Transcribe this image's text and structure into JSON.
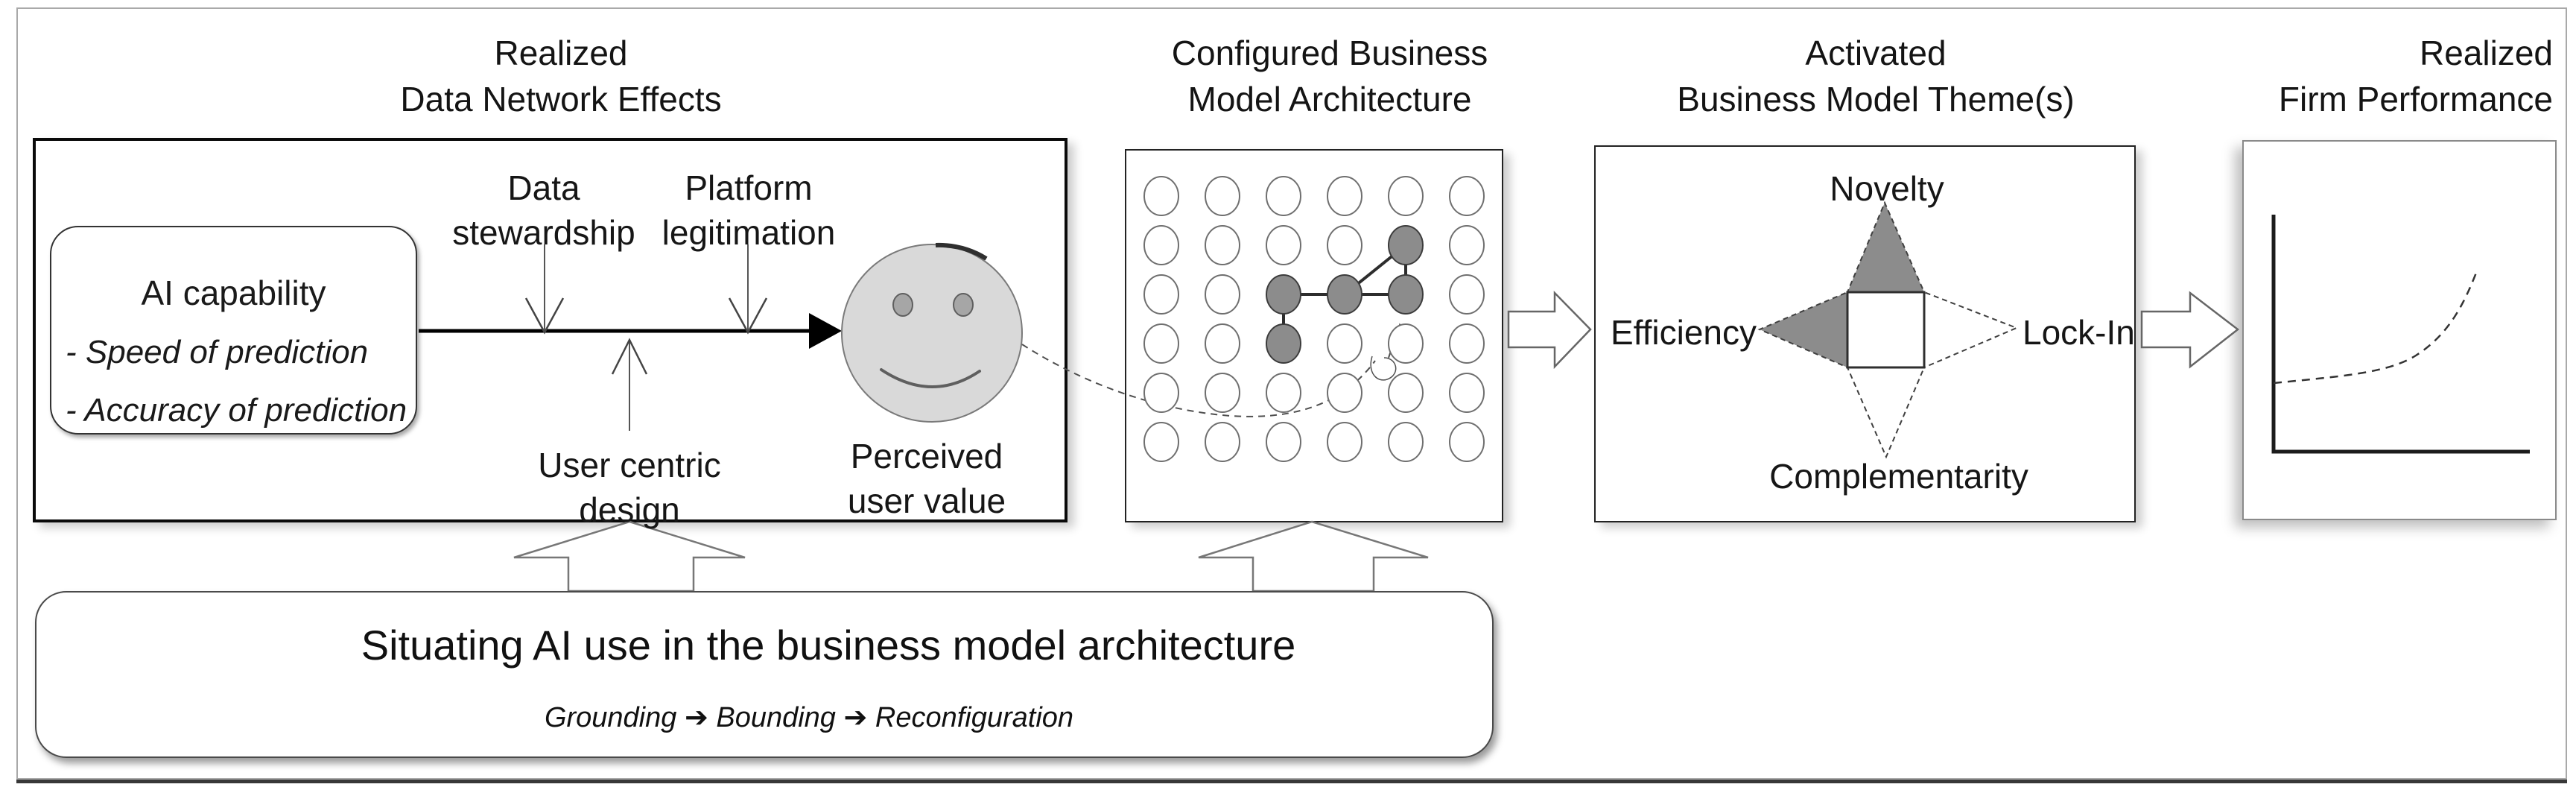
{
  "header": {
    "col1": {
      "l1": "Realized",
      "l2": "Data Network Effects"
    },
    "col2": {
      "l1": "Configured Business",
      "l2": "Model Architecture"
    },
    "col3": {
      "l1": "Activated",
      "l2": "Business Model Theme(s)"
    },
    "col4": {
      "l1": "Realized",
      "l2": "Firm Performance"
    }
  },
  "dne": {
    "ai_box": {
      "title": "AI capability",
      "item1": "- Speed of prediction",
      "item2": "- Accuracy of prediction"
    },
    "data_stewardship": {
      "l1": "Data",
      "l2": "stewardship"
    },
    "platform_legitimation": {
      "l1": "Platform",
      "l2": "legitimation"
    },
    "user_centric": {
      "l1": "User centric",
      "l2": "design"
    },
    "perceived": {
      "l1": "Perceived",
      "l2": "user value"
    }
  },
  "bma_grid": {
    "rows": 6,
    "cols": 6,
    "filled_nodes": [
      [
        2,
        5
      ],
      [
        3,
        3
      ],
      [
        3,
        4
      ],
      [
        3,
        5
      ],
      [
        4,
        3
      ]
    ],
    "connections": [
      [
        [
          2,
          5
        ],
        [
          3,
          4
        ]
      ],
      [
        [
          2,
          5
        ],
        [
          3,
          5
        ]
      ],
      [
        [
          3,
          3
        ],
        [
          3,
          4
        ]
      ],
      [
        [
          3,
          4
        ],
        [
          3,
          5
        ]
      ],
      [
        [
          3,
          3
        ],
        [
          4,
          3
        ]
      ]
    ]
  },
  "themes": {
    "top": "Novelty",
    "left": "Efficiency",
    "right": "Lock-In",
    "bottom": "Complementarity",
    "activated": [
      "Novelty",
      "Efficiency"
    ]
  },
  "performance": {
    "trend": "flat then exponential increase",
    "line_style": "dashed"
  },
  "situating": {
    "title": "Situating AI use in the business model architecture",
    "process": "Grounding ➔ Bounding ➔ Reconfiguration"
  },
  "colors": {
    "activated_fill": "#8c8c8c",
    "face_fill": "#d9d9d9",
    "panel_border": "#222222"
  }
}
